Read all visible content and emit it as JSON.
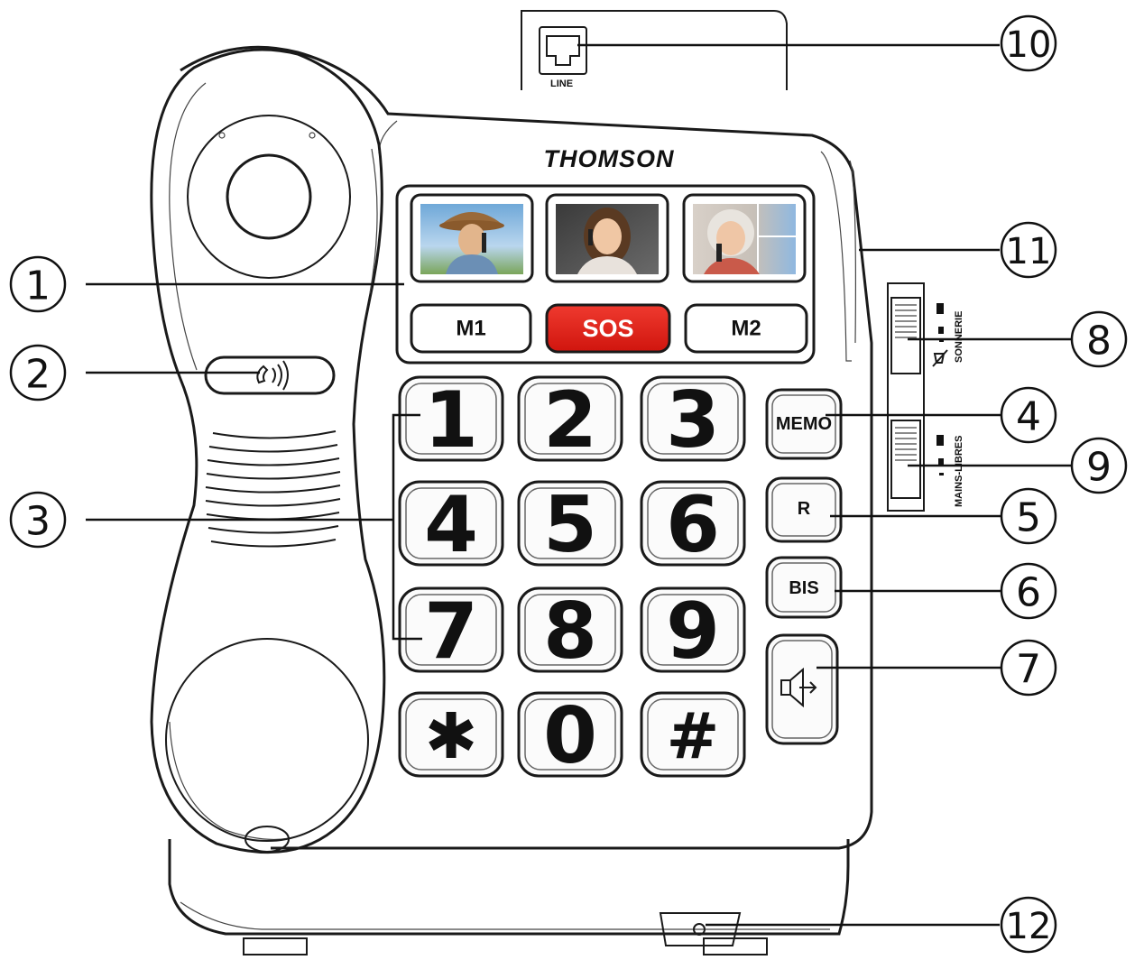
{
  "brand": "THOMSON",
  "line_label": "LINE",
  "memory_buttons": {
    "m1": "M1",
    "sos": "SOS",
    "m2": "M2"
  },
  "keypad": [
    "1",
    "2",
    "3",
    "4",
    "5",
    "6",
    "7",
    "8",
    "9",
    "✱",
    "0",
    "#"
  ],
  "side_buttons": {
    "memo": "MEMO",
    "recall": "R",
    "redial": "BIS",
    "speaker_icon": "speaker-icon"
  },
  "sliders": {
    "ringer_label": "SONNERIE",
    "handsfree_label": "MAINS-LIBRES"
  },
  "photo_icons": [
    "cowboy-photo",
    "woman-photo",
    "senior-photo"
  ],
  "callouts": [
    "1",
    "2",
    "3",
    "4",
    "5",
    "6",
    "7",
    "8",
    "9",
    "10",
    "11",
    "12"
  ],
  "colors": {
    "sos": "#e32119",
    "outline": "#1a1a1a"
  }
}
